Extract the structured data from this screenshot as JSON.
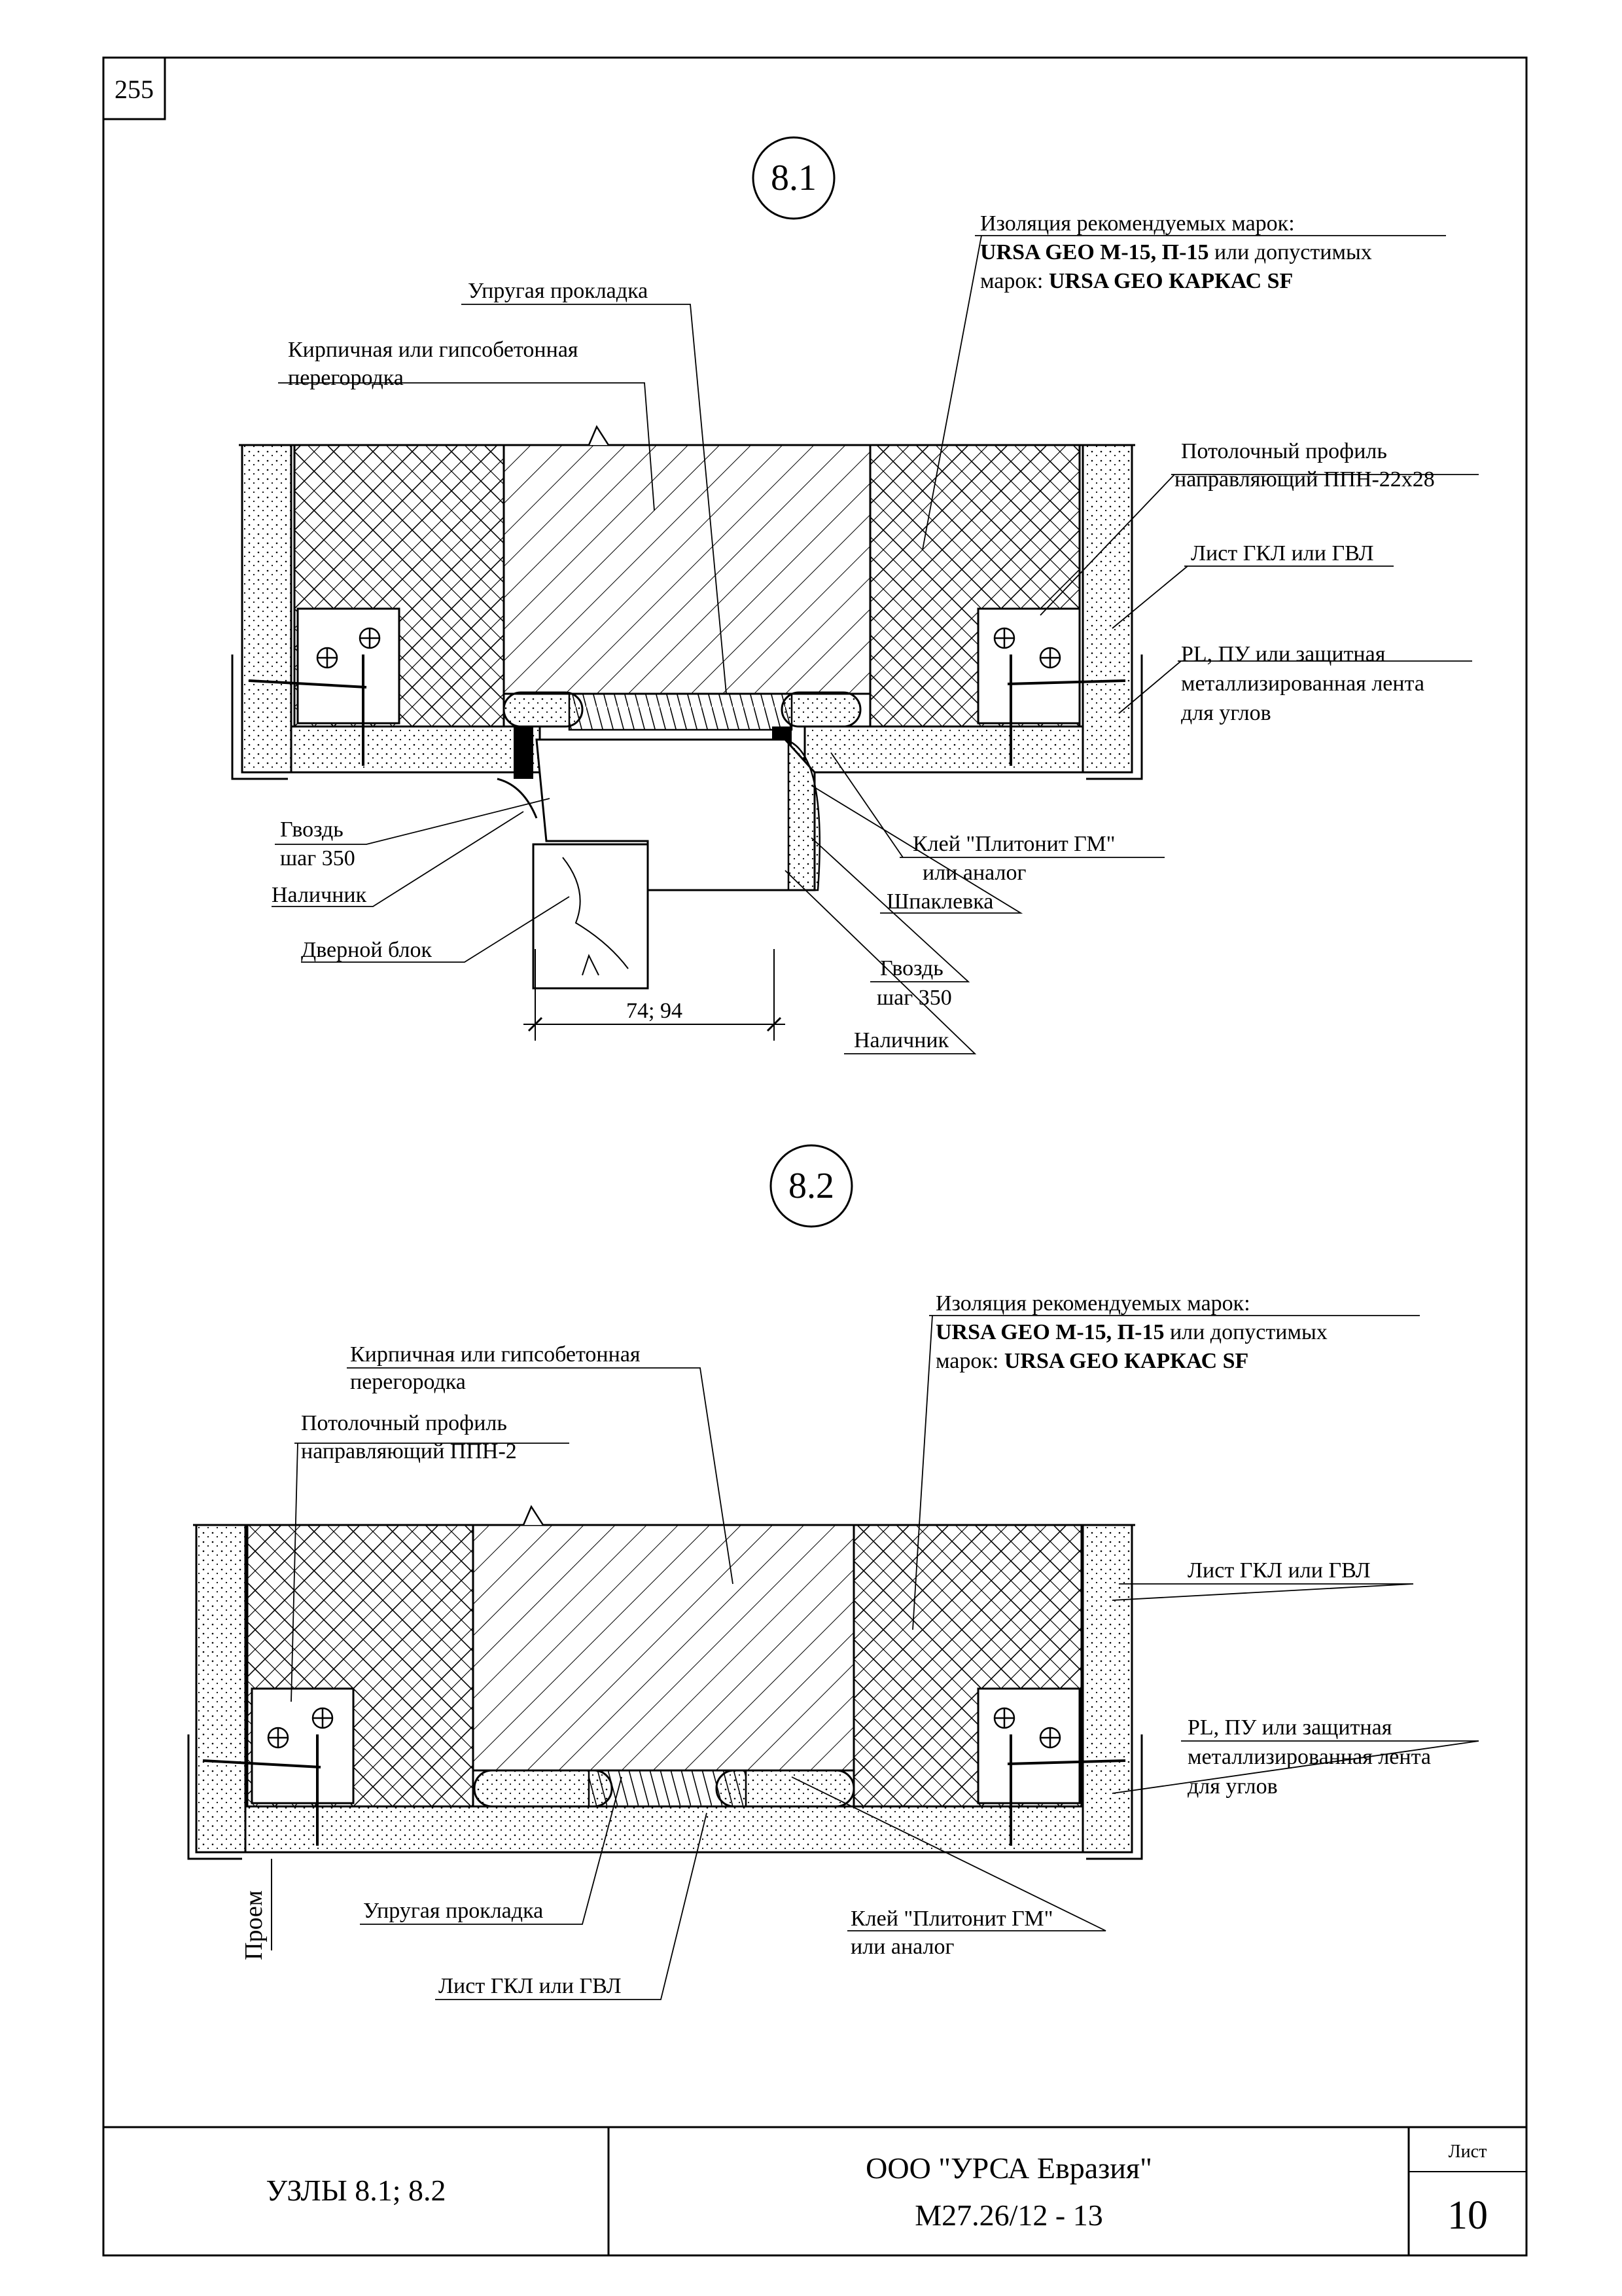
{
  "sheet": {
    "page_number": "255",
    "title": "УЗЛЫ 8.1; 8.2",
    "company": "ООО \"УРСА Евразия\"",
    "code": "М27.26/12 - 13",
    "sheet_label": "Лист",
    "sheet_number": "10"
  },
  "node81": {
    "id": "8.1",
    "insulation_l1": "Изоляция рекомендуемых марок:",
    "insulation_l2a": "URSA GEO М-15, П-15",
    "insulation_l2b": " или допустимых",
    "insulation_l3a": "марок: ",
    "insulation_l3b": "URSA GEO КАРКАС SF",
    "gasket": "Упругая прокладка",
    "partition_l1": "Кирпичная или гипсобетонная",
    "partition_l2": "перегородка",
    "profile_l1": "Потолочный профиль",
    "profile_l2": "направляющий ППН-22x28",
    "sheet_gkl": "Лист ГКЛ или ГВЛ",
    "tape_l1": "PL, ПУ или защитная",
    "tape_l2": "металлизированная лента",
    "tape_l3": "для углов",
    "nail_left_l1": "Гвоздь",
    "nail_left_l2": "шаг 350",
    "trim_left": "Наличник",
    "door_block": "Дверной блок",
    "glue_l1": "Клей \"Плитонит ГМ\"",
    "glue_l2": "или аналог",
    "putty": "Шпаклевка",
    "nail_right_l1": "Гвоздь",
    "nail_right_l2": "шаг 350",
    "trim_right": "Наличник",
    "dimension": "74; 94"
  },
  "node82": {
    "id": "8.2",
    "insulation_l1": "Изоляция рекомендуемых марок:",
    "insulation_l2a": "URSA GEO М-15, П-15",
    "insulation_l2b": " или допустимых",
    "insulation_l3a": "марок: ",
    "insulation_l3b": "URSA GEO КАРКАС SF",
    "partition_l1": "Кирпичная или гипсобетонная",
    "partition_l2": "перегородка",
    "profile_l1": "Потолочный профиль",
    "profile_l2": "направляющий ППН-2",
    "sheet_gkl_right": "Лист ГКЛ или ГВЛ",
    "tape_l1": "PL, ПУ или защитная",
    "tape_l2": "металлизированная лента",
    "tape_l3": "для углов",
    "opening": "Проем",
    "gasket": "Упругая прокладка",
    "glue_l1": "Клей \"Плитонит ГМ\"",
    "glue_l2": "или аналог",
    "sheet_gkl_bottom": "Лист ГКЛ или ГВЛ"
  }
}
